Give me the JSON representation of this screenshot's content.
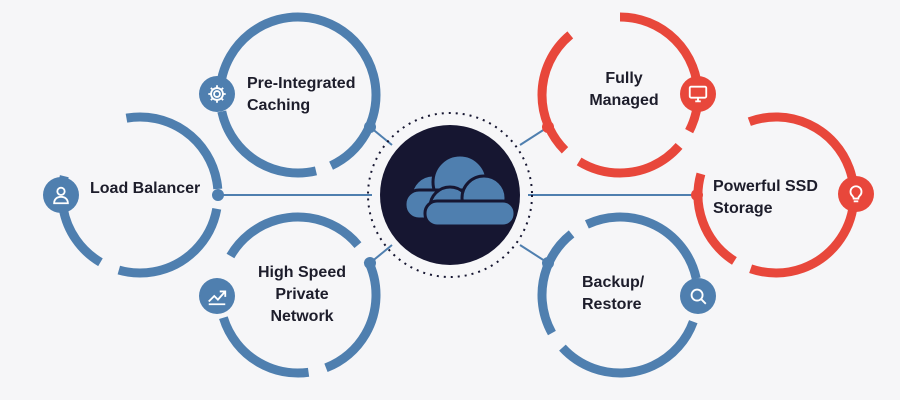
{
  "colors": {
    "blue": "#4f7faf",
    "red": "#e8473b",
    "hub": "#161631",
    "cloud": "#4f7faf",
    "text": "#1d1d2b"
  },
  "features": [
    {
      "key": "pre_integrated_caching",
      "label": "Pre-Integrated\nCaching",
      "icon": "gear-icon",
      "color": "blue"
    },
    {
      "key": "load_balancer",
      "label": "Load Balancer",
      "icon": "user-icon",
      "color": "blue"
    },
    {
      "key": "high_speed_private_network",
      "label": "High Speed\nPrivate\nNetwork",
      "icon": "chart-trend-icon",
      "color": "blue"
    },
    {
      "key": "fully_managed",
      "label": "Fully\nManaged",
      "icon": "monitor-icon",
      "color": "red"
    },
    {
      "key": "powerful_ssd_storage",
      "label": "Powerful SSD\nStorage",
      "icon": "lightbulb-icon",
      "color": "red"
    },
    {
      "key": "backup_restore",
      "label": "Backup/\nRestore",
      "icon": "magnifier-icon",
      "color": "blue"
    }
  ],
  "hub": {
    "icon": "cloud-icon"
  }
}
